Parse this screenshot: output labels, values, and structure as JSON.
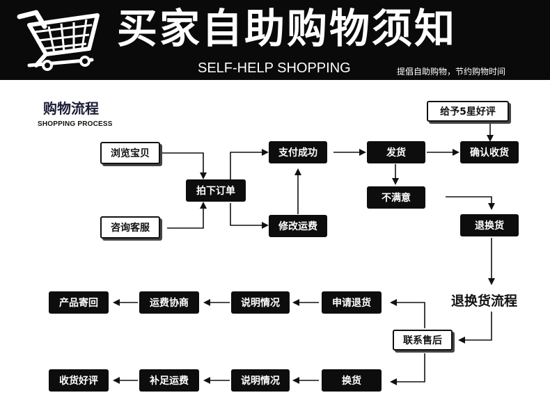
{
  "header": {
    "title": "买家自助购物须知",
    "subtitle_en": "SELF-HELP SHOPPING",
    "slogan": "提倡自助购物，节约购物时间",
    "cart_icon": "shopping-cart-icon"
  },
  "section": {
    "title": "购物流程",
    "subtitle": "SHOPPING PROCESS"
  },
  "process": {
    "browse": "浏览宝贝",
    "consult": "咨询客服",
    "order": "拍下订单",
    "paid": "支付成功",
    "modify_shipping": "修改运费",
    "ship": "发货",
    "unsatisfied": "不满意",
    "review": "给予5星好评",
    "confirm": "确认收货",
    "return_exchange": "退换货"
  },
  "return_process": {
    "title": "退换货流程",
    "contact": "联系售后",
    "return_row": [
      "申请退货",
      "说明情况",
      "运费协商",
      "产品寄回"
    ],
    "exchange_row": [
      "换货",
      "说明情况",
      "补足运费",
      "收货好评"
    ]
  },
  "colors": {
    "banner": "#0a0a0a",
    "box_dark": "#0d0d0d",
    "accent": "#1b1b36"
  }
}
